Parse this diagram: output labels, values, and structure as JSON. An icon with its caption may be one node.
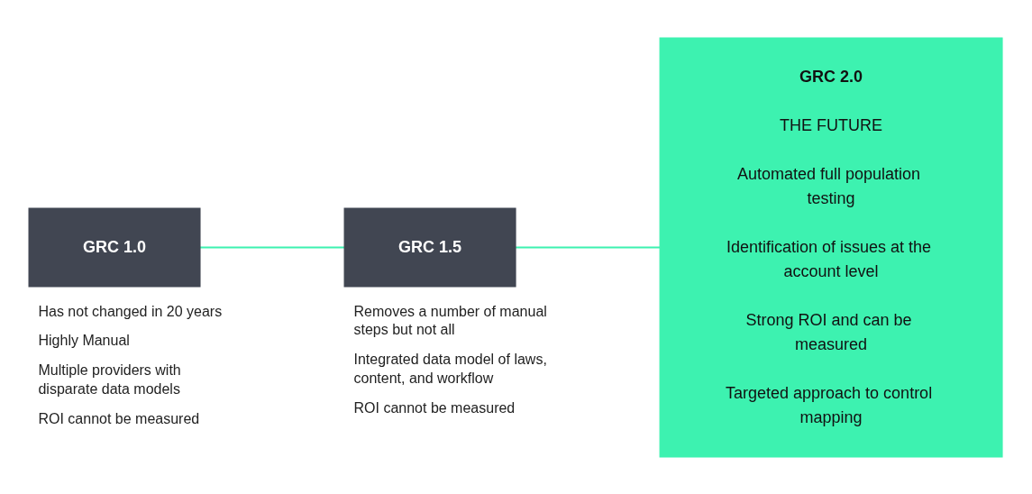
{
  "diagram": {
    "nodes": [
      {
        "text": [
          "GRC 1.0"
        ],
        "beside": [
          "Has not changed in 20 years",
          "Highly Manual",
          "Multiple providers with disparate data models",
          "ROI cannot be measured"
        ]
      },
      {
        "text": [
          "GRC 1.5"
        ],
        "beside": [
          "Removes a number of manual steps but not all",
          "Integrated data model of laws, content, and workflow",
          "ROI cannot be measured"
        ]
      },
      {
        "text": [
          "GRC 2.0",
          "THE FUTURE",
          "Automated full population testing",
          "Identification of issues at the account level",
          "Strong ROI and can be measured",
          "Targeted approach to control mapping"
        ]
      }
    ],
    "edges": [
      {
        "from": 0,
        "to": 1,
        "arrow": "none"
      },
      {
        "from": 1,
        "to": 2,
        "arrow": "none"
      }
    ]
  }
}
